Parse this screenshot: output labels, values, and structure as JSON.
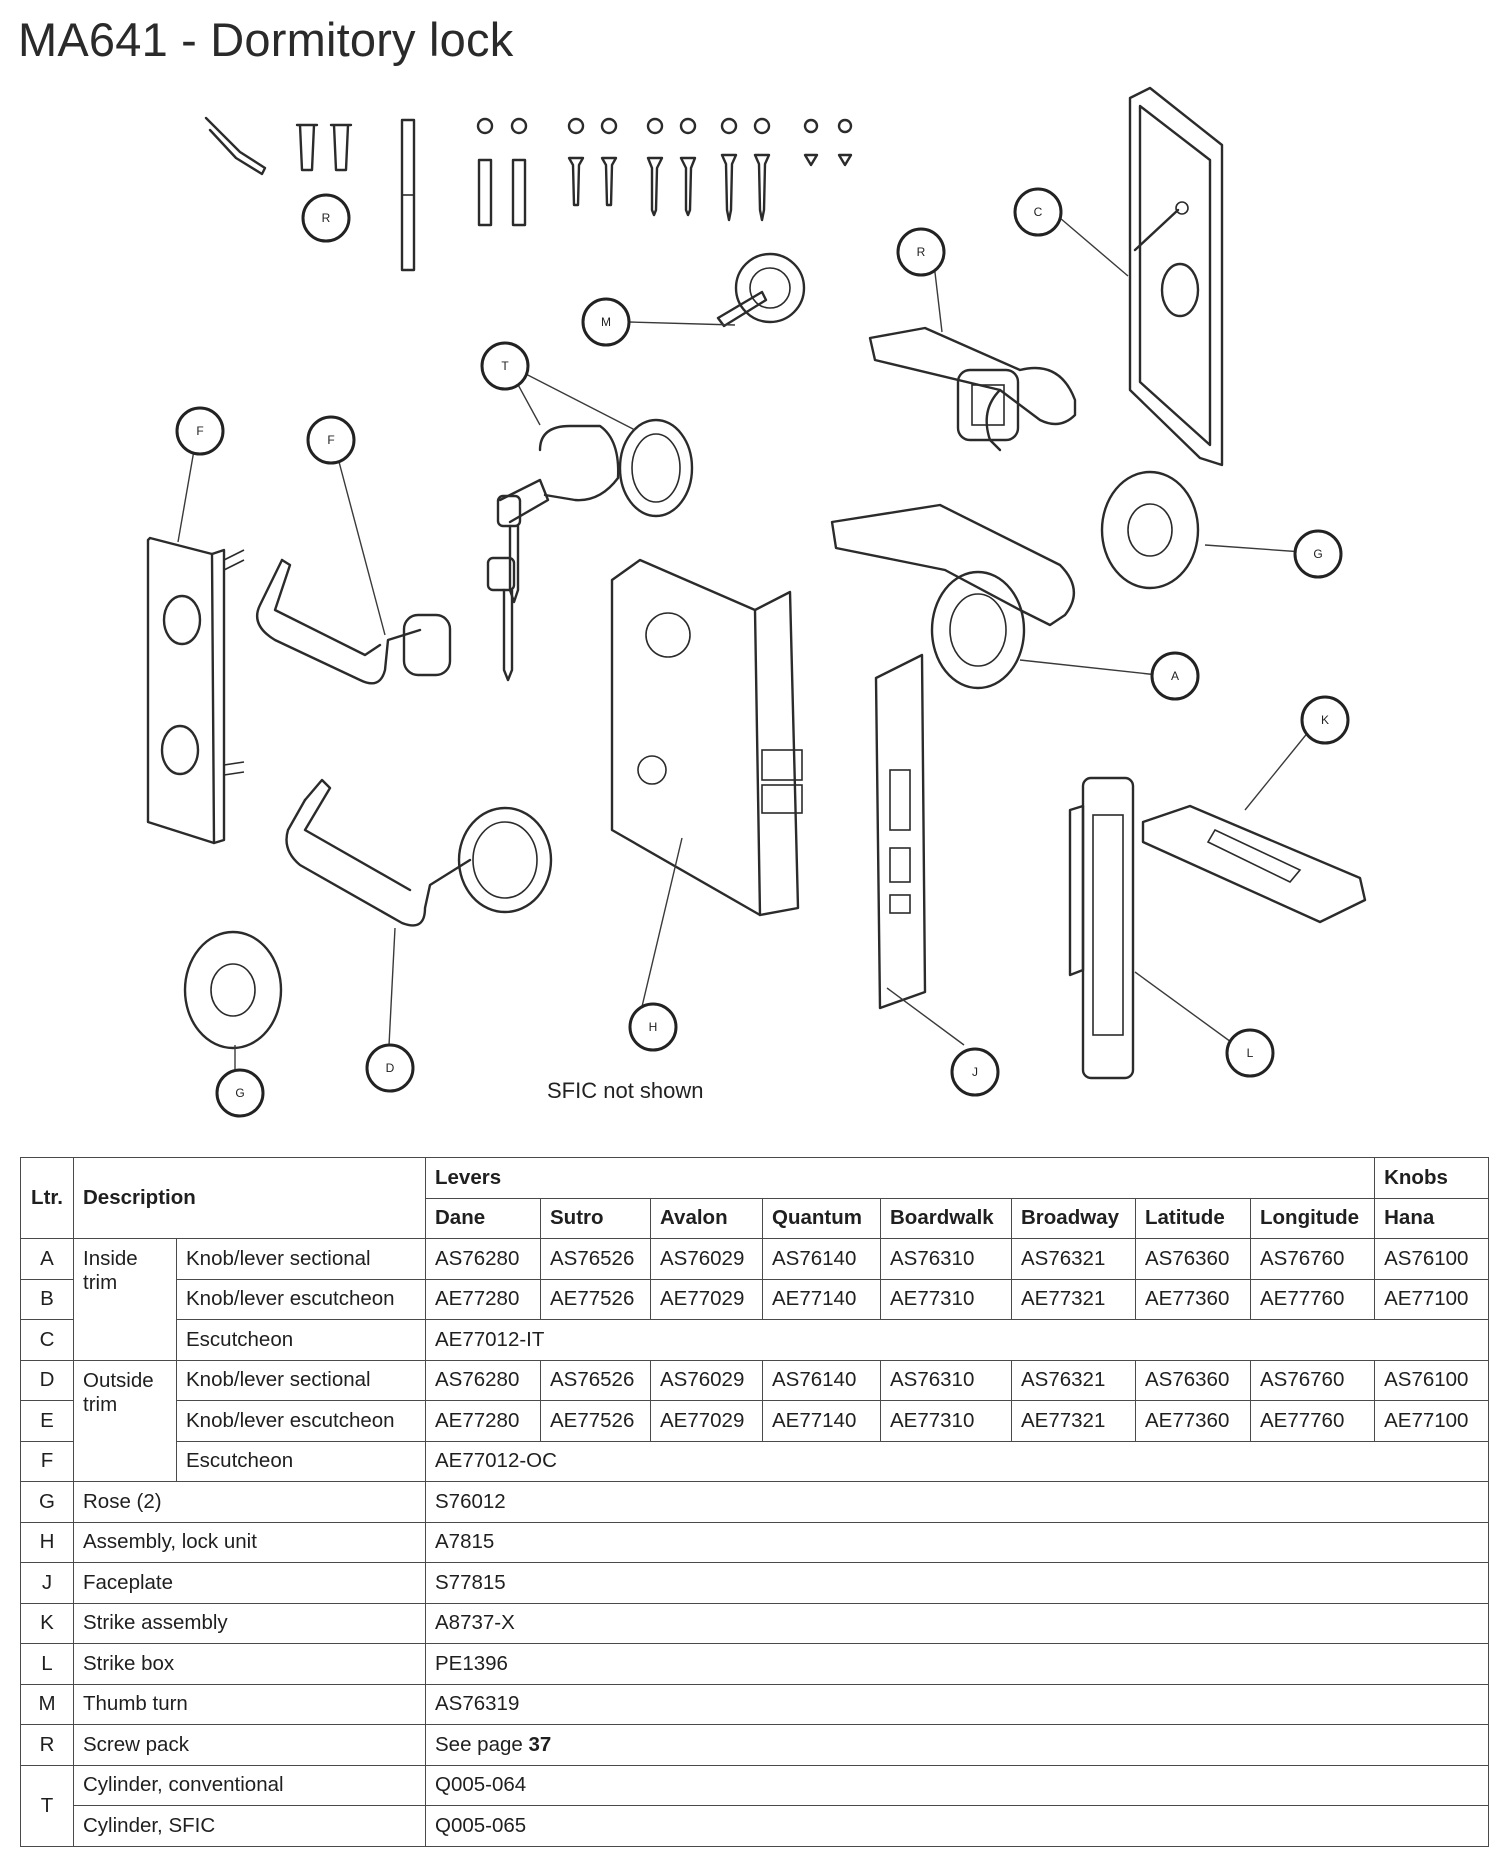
{
  "page": {
    "title": "MA641 - Dormitory lock"
  },
  "diagram": {
    "note": "SFIC not shown",
    "callouts": {
      "R1": "R",
      "R2": "R",
      "C": "C",
      "M": "M",
      "T": "T",
      "F1": "F",
      "F2": "F",
      "G1": "G",
      "G2": "G",
      "A": "A",
      "K": "K",
      "L": "L",
      "J": "J",
      "H": "H",
      "D": "D"
    }
  },
  "table": {
    "headers": {
      "ltr": "Ltr.",
      "description": "Description",
      "levers": "Levers",
      "knobs": "Knobs",
      "lever_styles": [
        "Dane",
        "Sutro",
        "Avalon",
        "Quantum",
        "Boardwalk",
        "Broadway",
        "Latitude",
        "Longitude"
      ],
      "knob_styles": [
        "Hana"
      ]
    },
    "groups": {
      "inside": "Inside trim",
      "outside": "Outside trim"
    },
    "rows": {
      "A": {
        "letter": "A",
        "desc": "Knob/lever sectional",
        "values": [
          "AS76280",
          "AS76526",
          "AS76029",
          "AS76140",
          "AS76310",
          "AS76321",
          "AS76360",
          "AS76760",
          "AS76100"
        ]
      },
      "B": {
        "letter": "B",
        "desc": "Knob/lever escutcheon",
        "values": [
          "AE77280",
          "AE77526",
          "AE77029",
          "AE77140",
          "AE77310",
          "AE77321",
          "AE77360",
          "AE77760",
          "AE77100"
        ]
      },
      "C": {
        "letter": "C",
        "desc": "Escutcheon",
        "value": "AE77012-IT"
      },
      "D": {
        "letter": "D",
        "desc": "Knob/lever sectional",
        "values": [
          "AS76280",
          "AS76526",
          "AS76029",
          "AS76140",
          "AS76310",
          "AS76321",
          "AS76360",
          "AS76760",
          "AS76100"
        ]
      },
      "E": {
        "letter": "E",
        "desc": "Knob/lever escutcheon",
        "values": [
          "AE77280",
          "AE77526",
          "AE77029",
          "AE77140",
          "AE77310",
          "AE77321",
          "AE77360",
          "AE77760",
          "AE77100"
        ]
      },
      "F": {
        "letter": "F",
        "desc": "Escutcheon",
        "value": "AE77012-OC"
      },
      "G": {
        "letter": "G",
        "desc": "Rose (2)",
        "value": "S76012"
      },
      "H": {
        "letter": "H",
        "desc": "Assembly, lock unit",
        "value": "A7815"
      },
      "J": {
        "letter": "J",
        "desc": "Faceplate",
        "value": "S77815"
      },
      "K": {
        "letter": "K",
        "desc": "Strike assembly",
        "value": "A8737-X"
      },
      "L": {
        "letter": "L",
        "desc": "Strike box",
        "value": "PE1396"
      },
      "M": {
        "letter": "M",
        "desc": "Thumb turn",
        "value": "AS76319"
      },
      "R": {
        "letter": "R",
        "desc": "Screw pack",
        "value_prefix": "See page",
        "value_page": "37"
      },
      "T": {
        "letter": "T",
        "desc_conv": "Cylinder, conventional",
        "value_conv": "Q005-064",
        "desc_sfic": "Cylinder, SFIC",
        "value_sfic": "Q005-065"
      }
    }
  }
}
